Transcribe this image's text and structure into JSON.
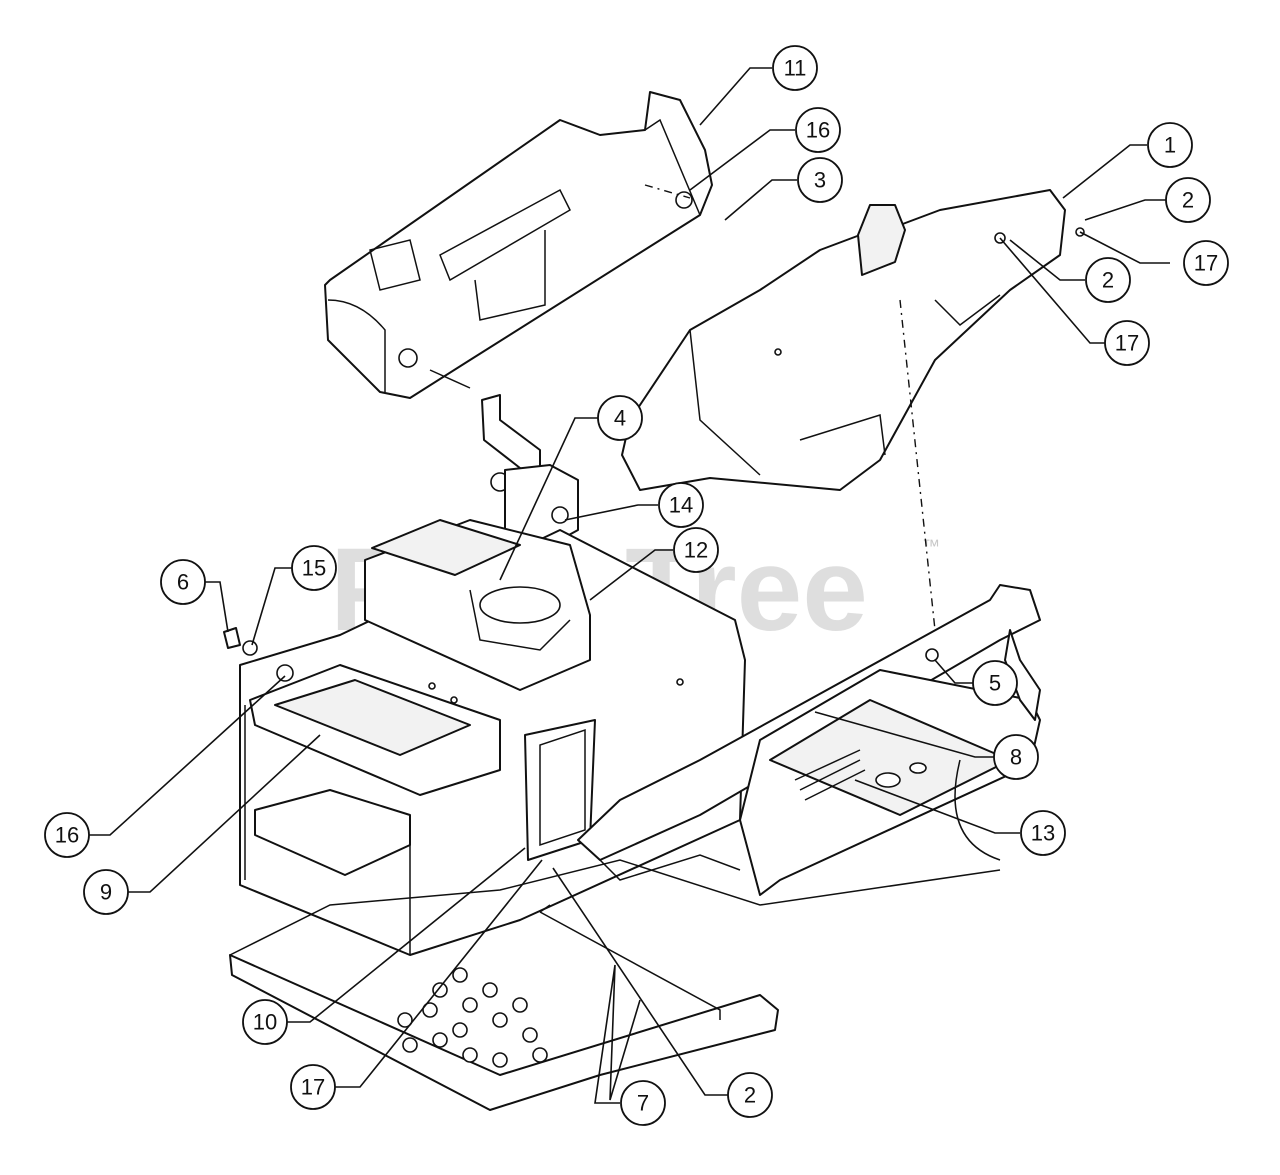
{
  "watermark": {
    "text": "PartsTree",
    "trademark": "™"
  },
  "callouts": [
    "11",
    "16",
    "3",
    "1",
    "2",
    "17",
    "2",
    "17",
    "4",
    "14",
    "12",
    "6",
    "15",
    "5",
    "8",
    "13",
    "16",
    "9",
    "10",
    "17",
    "7",
    "2"
  ]
}
